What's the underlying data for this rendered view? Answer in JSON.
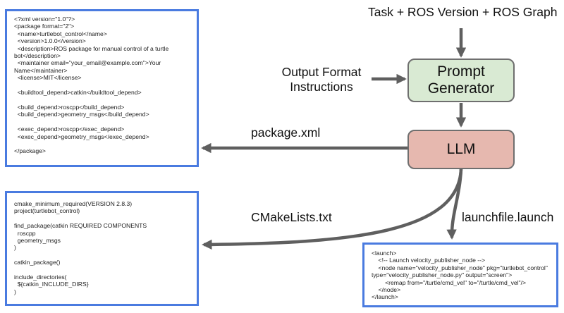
{
  "inputs": {
    "task_label": "Task + ROS Version + ROS Graph",
    "format_label_line1": "Output Format",
    "format_label_line2": "Instructions"
  },
  "nodes": {
    "prompt_generator_line1": "Prompt",
    "prompt_generator_line2": "Generator",
    "llm": "LLM",
    "prompt_generator_color": "#d9ead3",
    "llm_color": "#e6b8af"
  },
  "outputs": {
    "package_label": "package.xml",
    "cmake_label": "CMakeLists.txt",
    "launch_label": "launchfile.launch"
  },
  "code": {
    "package_xml": "<?xml version=\"1.0\"?>\n<package format=\"2\">\n  <name>turtlebot_control</name>\n  <version>1.0.0</version>\n  <description>ROS package for manual control of a turtle\nbot</description>\n  <maintainer email=\"your_email@example.com\">Your\nName</maintainer>\n  <license>MIT</license>\n\n  <buildtool_depend>catkin</buildtool_depend>\n\n  <build_depend>roscpp</build_depend>\n  <build_depend>geometry_msgs</build_depend>\n\n  <exec_depend>roscpp</exec_depend>\n  <exec_depend>geometry_msgs</exec_depend>\n\n</package>",
    "cmakelists": "cmake_minimum_required(VERSION 2.8.3)\nproject(turtlebot_control)\n\nfind_package(catkin REQUIRED COMPONENTS\n  roscpp\n  geometry_msgs\n)\n\ncatkin_package()\n\ninclude_directories(\n  ${catkin_INCLUDE_DIRS}\n)",
    "launchfile": "<launch>\n    <!-- Launch velocity_publisher_node -->\n    <node name=\"velocity_publisher_node\" pkg=\"turtlebot_control\"\ntype=\"velocity_publisher_node.py\" output=\"screen\">\n        <remap from=\"/turtle/cmd_vel\" to=\"/turtle/cmd_vel\"/>\n    </node>\n</launch>"
  },
  "style": {
    "box_border_color": "#4a7be0",
    "arrow_color": "#5f5f5f"
  }
}
